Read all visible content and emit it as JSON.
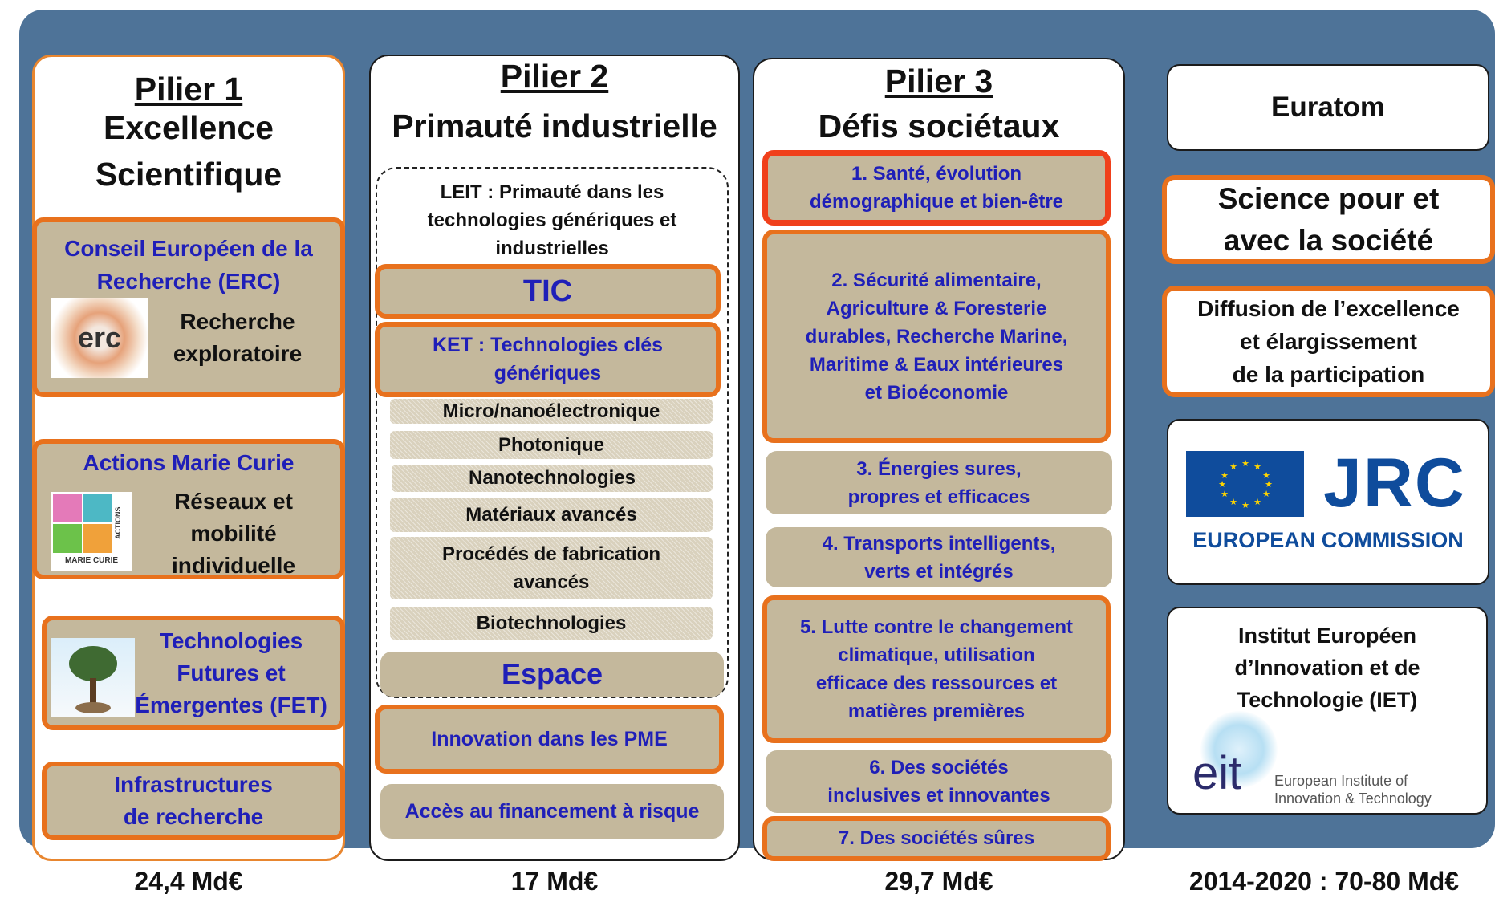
{
  "pillar1": {
    "title": "Pilier 1",
    "subtitle": "Excellence\nScientifique",
    "erc_title": "Conseil Européen de la\nRecherche (ERC)",
    "erc_logo": "erc",
    "erc_text": "Recherche\nexploratoire",
    "mc_title": "Actions Marie Curie",
    "mc_logo_side": "ACTIONS",
    "mc_logo_bottom": "MARIE CURIE",
    "mc_text": "Réseaux et\nmobilité\nindividuelle",
    "fet_text": "Technologies\nFutures et\nÉmergentes (FET)",
    "infra_text": "Infrastructures\nde recherche",
    "budget": "24,4 Md€"
  },
  "pillar2": {
    "title": "Pilier 2",
    "subtitle": "Primauté industrielle",
    "leit_text": "LEIT : Primauté dans les\ntechnologies génériques et\nindustrielles",
    "tic": "TIC",
    "ket": "KET : Technologies clés\ngénériques",
    "ket_items": [
      "Micro/nanoélectronique",
      "Photonique",
      "Nanotechnologies",
      "Matériaux avancés",
      "Procédés de fabrication\navancés",
      "Biotechnologies"
    ],
    "espace": "Espace",
    "pme": "Innovation dans les PME",
    "risque": "Accès au financement à risque",
    "budget": "17 Md€"
  },
  "pillar3": {
    "title": "Pilier 3",
    "subtitle": "Défis sociétaux",
    "challenges": [
      "1.   Santé, évolution\ndémographique et bien-être",
      "2. Sécurité alimentaire,\nAgriculture & Foresterie\ndurables, Recherche Marine,\nMaritime & Eaux intérieures\net Bioéconomie",
      "3. Énergies sures,\npropres et efficaces",
      "4. Transports intelligents,\nverts et intégrés",
      "5. Lutte contre le changement\nclimatique, utilisation\nefficace des ressources et\nmatières premières",
      "6. Des sociétés\ninclusives et innovantes",
      "7. Des sociétés sûres"
    ],
    "budget": "29,7 Md€"
  },
  "side": {
    "euratom": "Euratom",
    "science": "Science pour et\navec la société",
    "diffusion": "Diffusion de l’excellence\net élargissement\nde la participation",
    "jrc_logo": "JRC",
    "jrc_caption": "EUROPEAN COMMISSION",
    "iet": "Institut Européen\nd’Innovation et de\nTechnologie (IET)",
    "eit_logo": "eit",
    "eit_caption": "European Institute of\nInnovation & Technology",
    "budget": "2014-2020 : 70-80 Md€"
  },
  "colors": {
    "background": "#4e7398",
    "box_fill": "#c4b89c",
    "orange_border": "#e8711d",
    "red_border": "#f0401b",
    "blue_text": "#1f1fb8",
    "eu_blue": "#0f4c9c",
    "eu_star": "#ffd500"
  }
}
